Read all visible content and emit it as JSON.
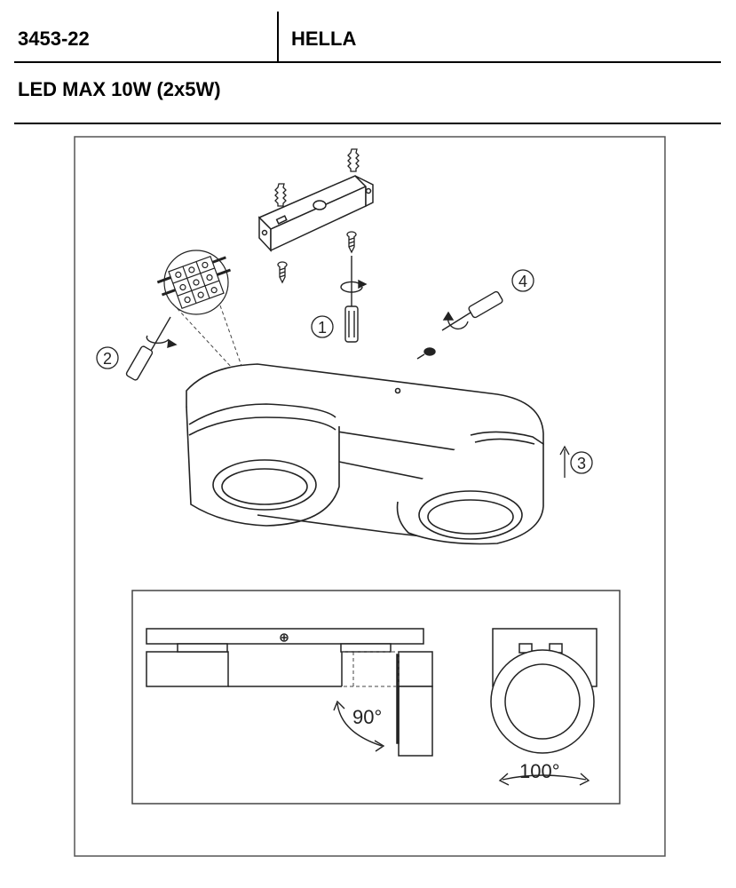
{
  "header": {
    "product_code": "3453-22",
    "product_name": "HELLA",
    "subtitle": "LED MAX 10W (2x5W)"
  },
  "steps": [
    "1",
    "2",
    "3",
    "4"
  ],
  "angles": {
    "tilt": "90°",
    "rotate": "100°"
  }
}
